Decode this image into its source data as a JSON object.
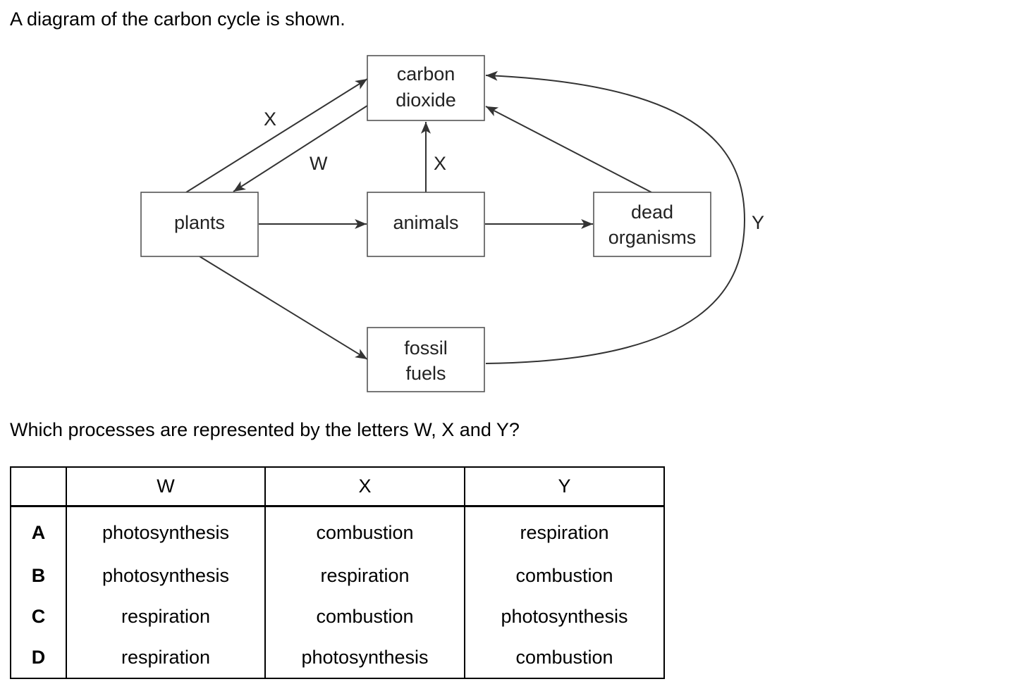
{
  "intro": "A diagram of the carbon cycle is shown.",
  "diagram": {
    "nodes": {
      "co2": [
        "carbon",
        "dioxide"
      ],
      "plants": [
        "plants"
      ],
      "animals": [
        "animals"
      ],
      "dead": [
        "dead",
        "organisms"
      ],
      "fossil": [
        "fossil",
        "fuels"
      ]
    },
    "labels": {
      "x_plants": "X",
      "w": "W",
      "x_animals": "X",
      "y": "Y"
    }
  },
  "question": "Which processes are represented by the letters W, X and Y?",
  "table": {
    "headers": [
      "",
      "W",
      "X",
      "Y"
    ],
    "rows": [
      {
        "option": "A",
        "w": "photosynthesis",
        "x": "combustion",
        "y": "respiration"
      },
      {
        "option": "B",
        "w": "photosynthesis",
        "x": "respiration",
        "y": "combustion"
      },
      {
        "option": "C",
        "w": "respiration",
        "x": "combustion",
        "y": "photosynthesis"
      },
      {
        "option": "D",
        "w": "respiration",
        "x": "photosynthesis",
        "y": "combustion"
      }
    ]
  }
}
